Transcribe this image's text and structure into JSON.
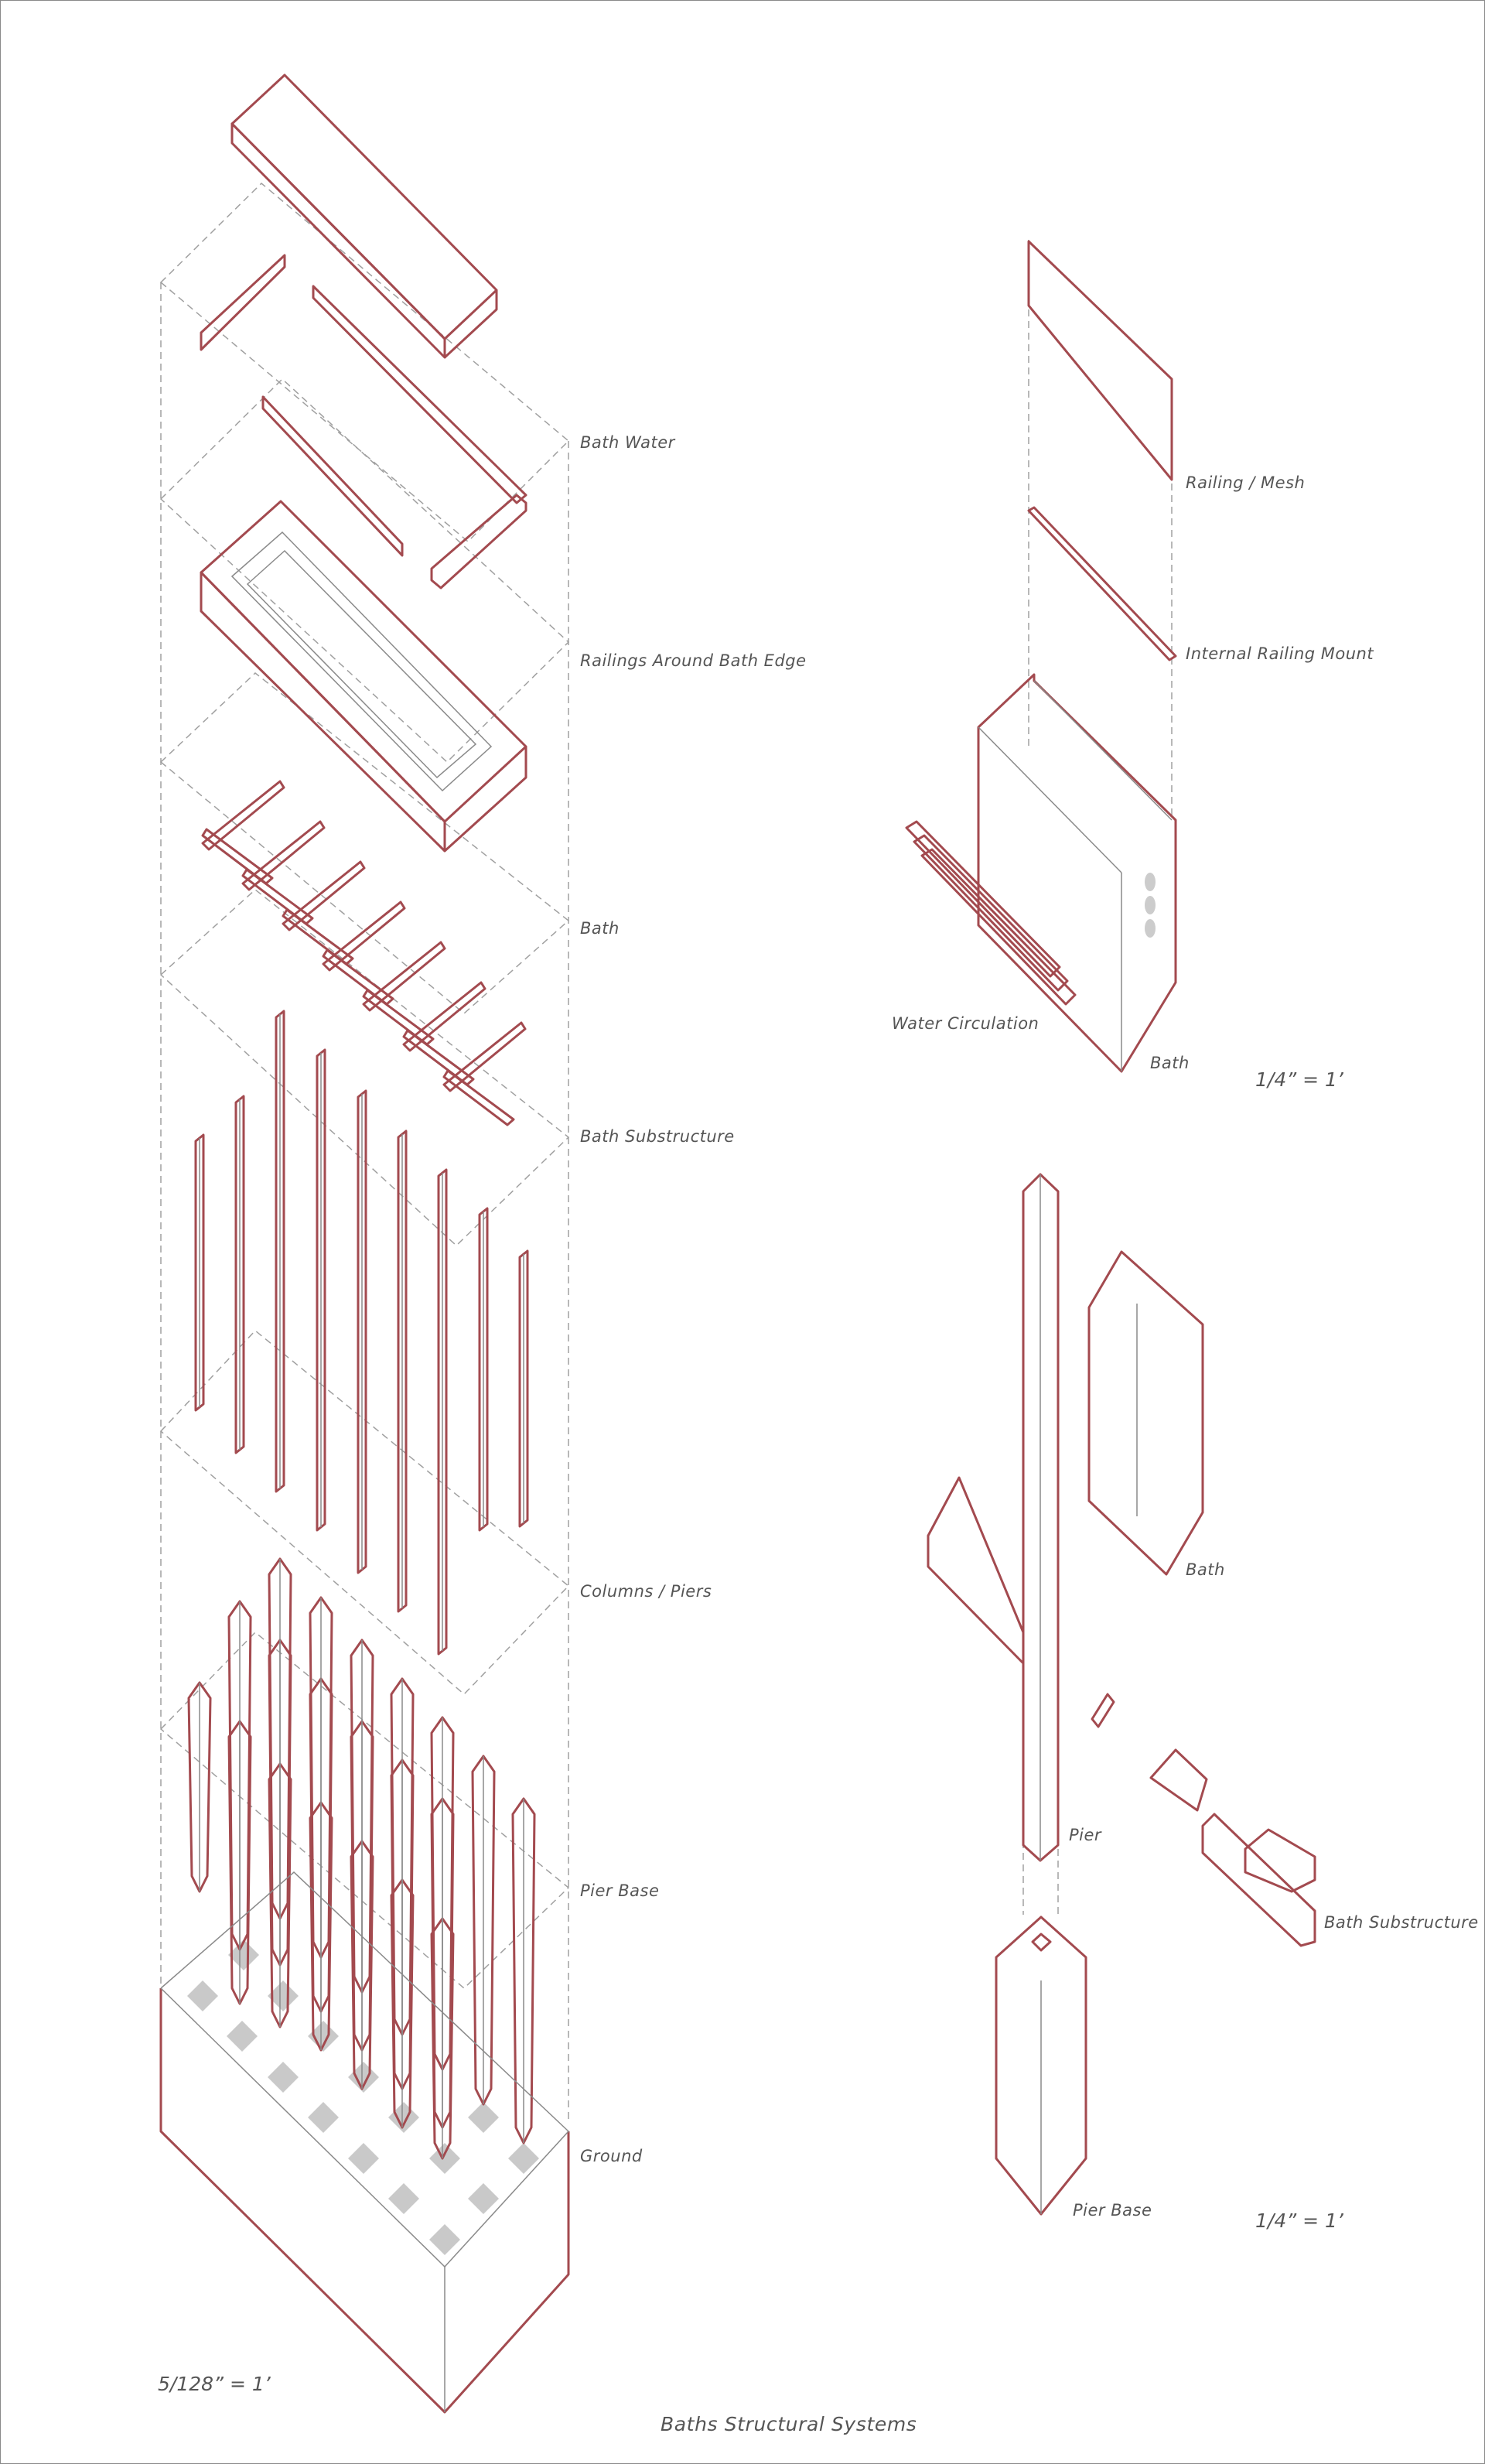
{
  "title": "Baths Structural Systems",
  "colors": {
    "structure": "#a34a4f",
    "guide": "#999999",
    "fill": "#c9c9c9",
    "text": "#555555"
  },
  "left_diagram": {
    "labels": [
      "Bath Water",
      "Railings Around Bath Edge",
      "Bath",
      "Bath Substructure",
      "Columns / Piers",
      "Pier Base",
      "Ground"
    ],
    "scale": "5/128” = 1’"
  },
  "top_right_diagram": {
    "labels": [
      "Railing / Mesh",
      "Internal Railing Mount",
      "Water Circulation",
      "Bath"
    ],
    "scale": "1/4” = 1’"
  },
  "bottom_right_diagram": {
    "labels": [
      "Bath",
      "Pier",
      "Bath Substructure",
      "Pier Base"
    ],
    "scale": "1/4” = 1’"
  }
}
